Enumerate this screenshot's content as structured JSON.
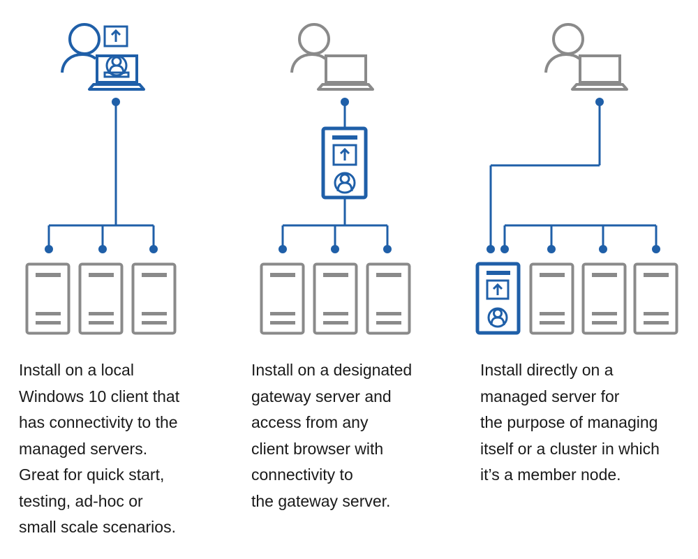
{
  "colors": {
    "accent": "#1f5fa8",
    "neutral": "#8a8a8a",
    "text": "#1a1a1a"
  },
  "icons": [
    "person-icon",
    "laptop-icon",
    "server-icon",
    "gateway-app-icon"
  ],
  "scenarios": [
    {
      "id": "local-client",
      "caption_lines": [
        "Install on a local",
        "Windows 10 client that",
        "has connectivity to the",
        "managed servers.",
        "Great for quick start,",
        "testing, ad-hoc or",
        "small scale scenarios."
      ]
    },
    {
      "id": "gateway-server",
      "caption_lines": [
        "Install on a designated",
        "gateway server and",
        "access from any",
        "client browser with",
        "connectivity to",
        "the gateway server."
      ]
    },
    {
      "id": "managed-server",
      "caption_lines": [
        "Install directly on a",
        "managed server for",
        "the purpose of managing",
        "itself or a cluster in which",
        "it’s a member node."
      ]
    }
  ]
}
